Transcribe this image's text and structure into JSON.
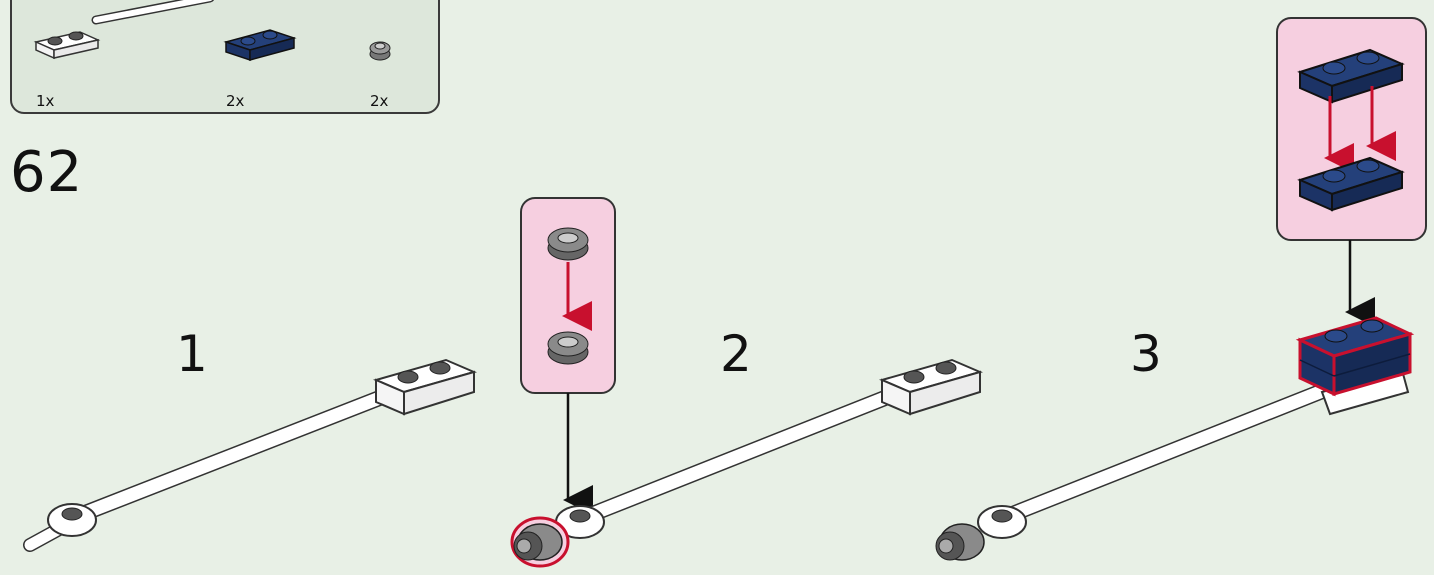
{
  "parts_list": {
    "items": [
      {
        "name": "transparent-plate-with-rod",
        "qty": "1x"
      },
      {
        "name": "dark-blue-plate-1x2",
        "qty": "2x"
      },
      {
        "name": "round-grey-element",
        "qty": "2x"
      }
    ]
  },
  "step": {
    "number": "62"
  },
  "substeps": [
    {
      "label": "1"
    },
    {
      "label": "2"
    },
    {
      "label": "3"
    }
  ],
  "colors": {
    "background": "#e8f0e6",
    "callout": "#f6cfe0",
    "arrow_red": "#c8102e",
    "dark_blue": "#1f3768",
    "grey": "#8a8a8a",
    "outline": "#222222"
  }
}
